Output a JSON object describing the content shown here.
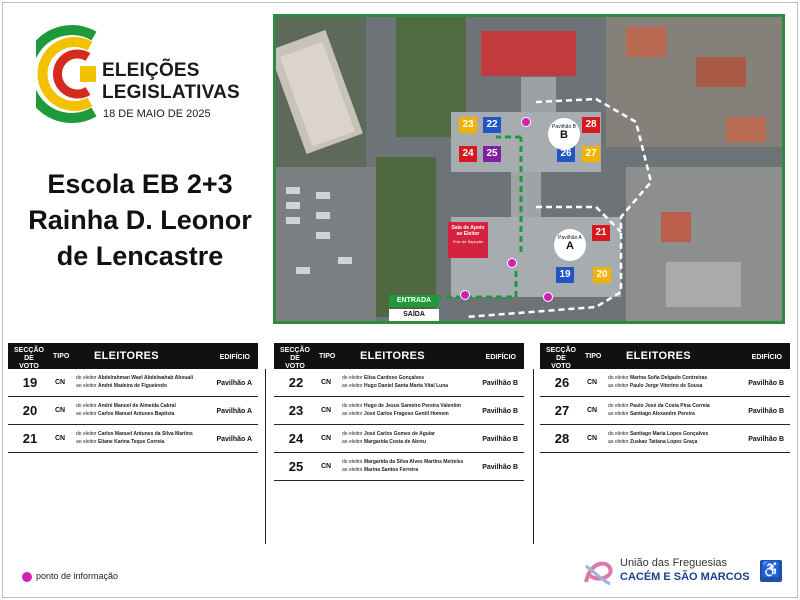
{
  "brand": {
    "line1": "ELEIÇÕES",
    "line2": "LEGISLATIVAS",
    "date": "18 DE MAIO DE 2025",
    "colors": {
      "yellow": "#f2c200",
      "red": "#d52b1e",
      "green": "#1f9a3a"
    }
  },
  "school": {
    "line1": "Escola EB 2+3",
    "line2": "Rainha D. Leonor",
    "line3": "de Lencastre"
  },
  "map": {
    "pavilion_a": "Pavilhão A",
    "pavilion_a_letter": "A",
    "pavilion_b": "Pavilhão B",
    "pavilion_b_letter": "B",
    "support_room": "Sala de Apoio ao Eleitor",
    "support_sub": "Polo de Sapeção",
    "entrance": "ENTRADA",
    "exit": "SAÍDA",
    "sections": [
      {
        "n": "23",
        "color": "#f1b300"
      },
      {
        "n": "22",
        "color": "#1f55c4"
      },
      {
        "n": "28",
        "color": "#d6191e"
      },
      {
        "n": "24",
        "color": "#d6191e"
      },
      {
        "n": "25",
        "color": "#7e22a0"
      },
      {
        "n": "26",
        "color": "#1f55c4"
      },
      {
        "n": "27",
        "color": "#f1b300"
      },
      {
        "n": "21",
        "color": "#d6191e"
      },
      {
        "n": "19",
        "color": "#1f55c4"
      },
      {
        "n": "20",
        "color": "#f1b300"
      }
    ]
  },
  "table": {
    "h_section": "SECÇÃO DE VOTO",
    "h_type": "TIPO",
    "h_voters": "ELEITORES",
    "h_building": "EDIFÍCIO",
    "from": "do eleitor",
    "to": "ao eleitor",
    "columns": [
      [
        {
          "n": "19",
          "tipo": "CN",
          "from": "Abdelrahman Wael Abdelwahab Abouali",
          "to": "André Madeira de Figueiredo",
          "ed": "Pavilhão A"
        },
        {
          "n": "20",
          "tipo": "CN",
          "from": "André Manuel de Almeida Cabral",
          "to": "Carlos Manuel Antunes Baptista",
          "ed": "Pavilhão A"
        },
        {
          "n": "21",
          "tipo": "CN",
          "from": "Carlos Manuel Antunes da Silva Martins",
          "to": "Eliane Karina Teque Correia",
          "ed": "Pavilhão A"
        }
      ],
      [
        {
          "n": "22",
          "tipo": "CN",
          "from": "Elisa Cardoso Gonçalves",
          "to": "Hugo Daniel Santa Marta Vital Luna",
          "ed": "Pavilhão B"
        },
        {
          "n": "23",
          "tipo": "CN",
          "from": "Hugo de Jesus Sameiro Pereira Valentim",
          "to": "José Carlos Fragoso Gentil Homem",
          "ed": "Pavilhão B"
        },
        {
          "n": "24",
          "tipo": "CN",
          "from": "José Carlos Gomes de Aguiar",
          "to": "Margarida Costa de Abreu",
          "ed": "Pavilhão B"
        },
        {
          "n": "25",
          "tipo": "CN",
          "from": "Margarida da Silva Alves Martins Meireles",
          "to": "Marina Santos Ferreira",
          "ed": "Pavilhão B"
        }
      ],
      [
        {
          "n": "26",
          "tipo": "CN",
          "from": "Marina Sofia Delgado Contreiras",
          "to": "Paulo Jorge Vitorino de Sousa",
          "ed": "Pavilhão B"
        },
        {
          "n": "27",
          "tipo": "CN",
          "from": "Paulo José da Costa Pina Correia",
          "to": "Santiago Alexandre Pereira",
          "ed": "Pavilhão B"
        },
        {
          "n": "28",
          "tipo": "CN",
          "from": "Santiago Maria Lopes Gonçalves",
          "to": "Zuskav Tatiana Lopes Graça",
          "ed": "Pavilhão B"
        }
      ]
    ]
  },
  "legend": {
    "info_point": "ponto de informação"
  },
  "footer": {
    "org1": "União das Freguesias",
    "org2": "CACÉM E SÃO MARCOS",
    "accessibility_icon": "wheelchair-icon"
  }
}
